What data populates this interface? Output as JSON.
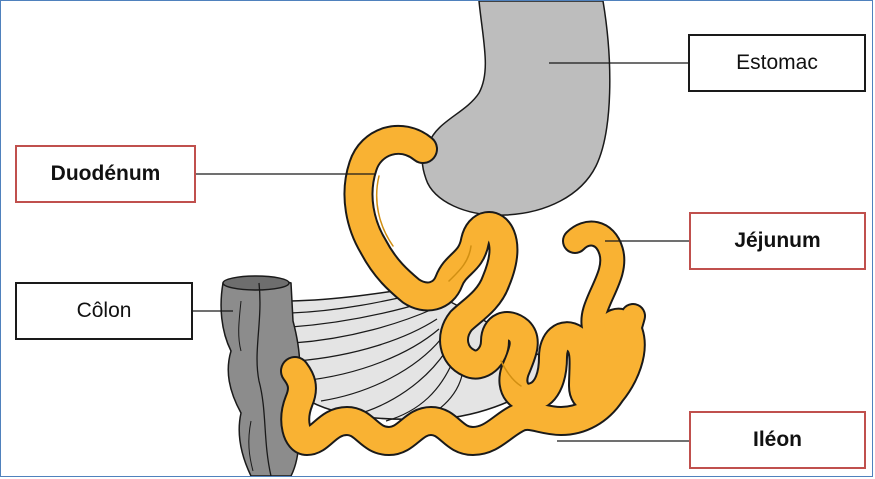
{
  "labels": {
    "estomac": "Estomac",
    "duodenum": "Duodénum",
    "jejunum": "Jéjunum",
    "colon": "Côlon",
    "ileon": "Iléon"
  },
  "colors": {
    "frame": "#4f81bd",
    "stomach": "#bdbdbd",
    "intestine": "#f9b233",
    "colon": "#8c8c8c",
    "mesentery": "#e4e4e4",
    "outline": "#1a1a1a",
    "highlight_border": "#c0504d"
  }
}
